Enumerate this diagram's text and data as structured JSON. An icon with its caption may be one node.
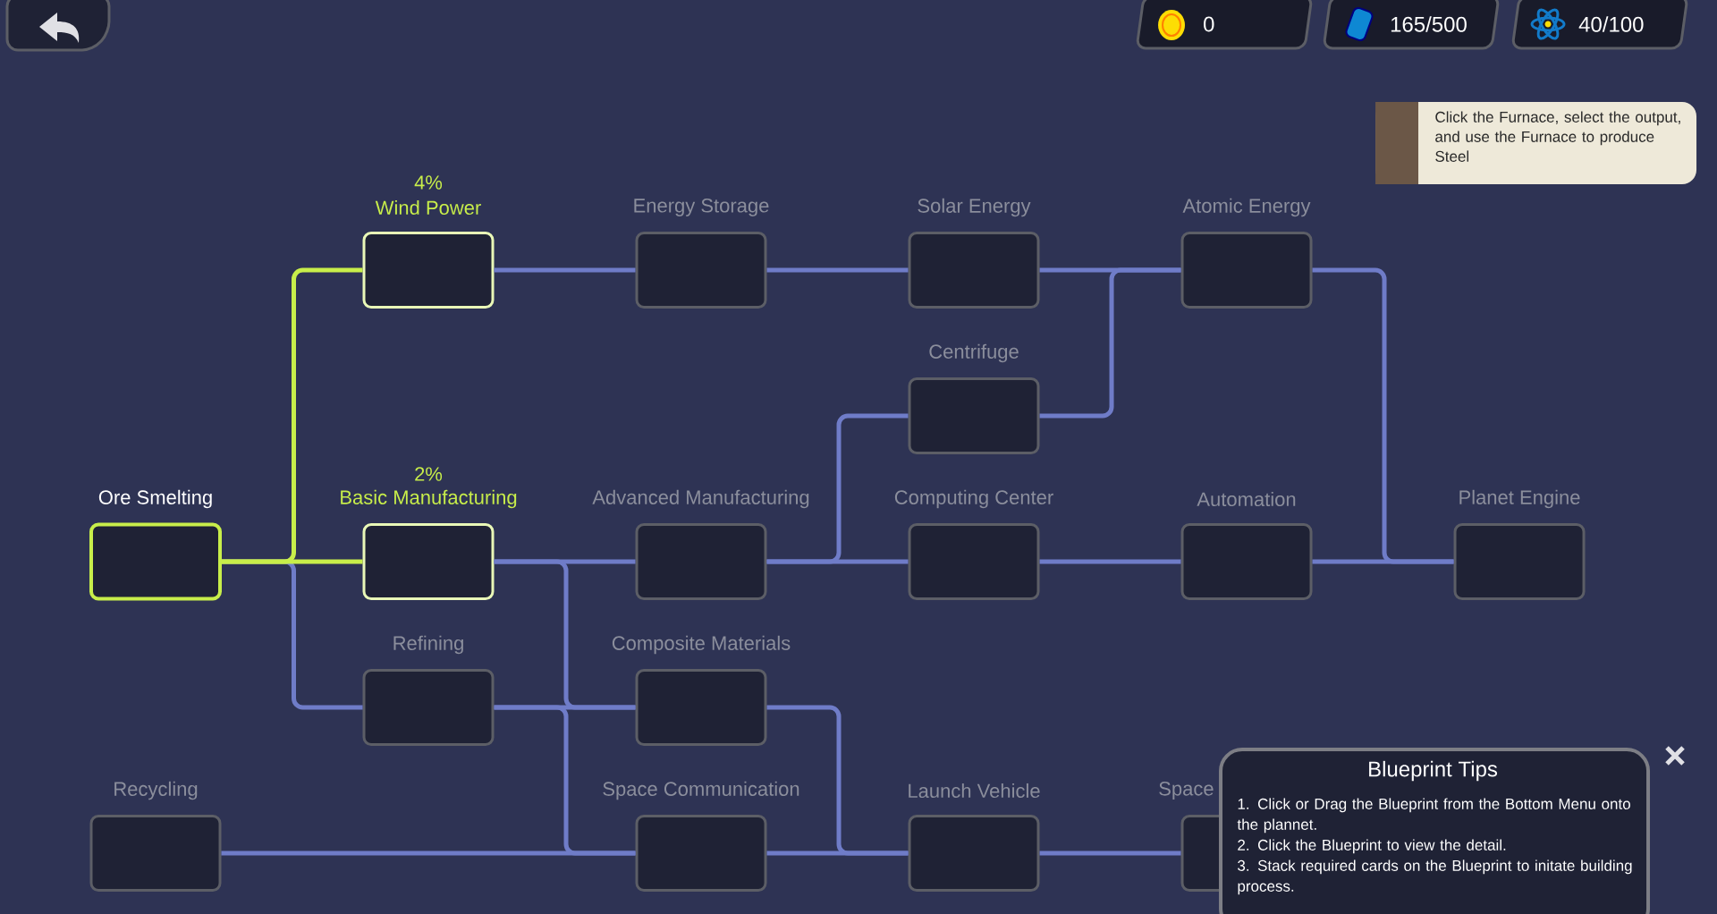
{
  "diagram": {
    "nodes": [
      {
        "text": [
          "Ore Smelting"
        ]
      },
      {
        "text": [
          "4%",
          "Wind Power"
        ]
      },
      {
        "text": [
          "Energy Storage"
        ]
      },
      {
        "text": [
          "Solar Energy"
        ]
      },
      {
        "text": [
          "Atomic Energy"
        ]
      },
      {
        "text": [
          "Centrifuge"
        ]
      },
      {
        "text": [
          "2%",
          "Basic Manufacturing"
        ]
      },
      {
        "text": [
          "Advanced Manufacturing"
        ]
      },
      {
        "text": [
          "Computing Center"
        ]
      },
      {
        "text": [
          "Automation"
        ]
      },
      {
        "text": [
          "Planet Engine"
        ]
      },
      {
        "text": [
          "Refining"
        ]
      },
      {
        "text": [
          "Composite Materials"
        ]
      },
      {
        "text": [
          "Recycling"
        ]
      },
      {
        "text": [
          "Space Communication"
        ]
      },
      {
        "text": [
          "Launch Vehicle"
        ]
      },
      {
        "text": [
          "Space"
        ]
      }
    ],
    "edges": [
      {
        "from": 0,
        "to": 1,
        "arrow": "none",
        "color": "#c8ee4a"
      },
      {
        "from": 0,
        "to": 6,
        "arrow": "none",
        "color": "#c8ee4a"
      },
      {
        "from": 0,
        "to": 11,
        "arrow": "none"
      },
      {
        "from": 1,
        "to": 2,
        "arrow": "none"
      },
      {
        "from": 2,
        "to": 3,
        "arrow": "none"
      },
      {
        "from": 3,
        "to": 4,
        "arrow": "none"
      },
      {
        "from": 5,
        "to": 4,
        "arrow": "none"
      },
      {
        "from": 4,
        "to": 10,
        "arrow": "none"
      },
      {
        "from": 6,
        "to": 7,
        "arrow": "none"
      },
      {
        "from": 6,
        "to": 12,
        "arrow": "none"
      },
      {
        "from": 7,
        "to": 5,
        "arrow": "none"
      },
      {
        "from": 7,
        "to": 8,
        "arrow": "none"
      },
      {
        "from": 8,
        "to": 9,
        "arrow": "none"
      },
      {
        "from": 9,
        "to": 10,
        "arrow": "none"
      },
      {
        "from": 11,
        "to": 12,
        "arrow": "none"
      },
      {
        "from": 11,
        "to": 14,
        "arrow": "none"
      },
      {
        "from": 12,
        "to": 15,
        "arrow": "none"
      },
      {
        "from": 13,
        "to": 14,
        "arrow": "none"
      },
      {
        "from": 14,
        "to": 15,
        "arrow": "none"
      },
      {
        "from": 15,
        "to": 16,
        "arrow": "none"
      }
    ],
    "labels": [
      "0",
      "165/500",
      "40/100",
      "Click the Furnace, select the output, and use the Furnace to produce Steel",
      "Blueprint Tips",
      "1. Click or Drag the Blueprint from the Bottom Menu onto the plannet.",
      "2. Click the Blueprint to view the detail.",
      "3. Stack required cards on the Blueprint to initate building process."
    ]
  }
}
